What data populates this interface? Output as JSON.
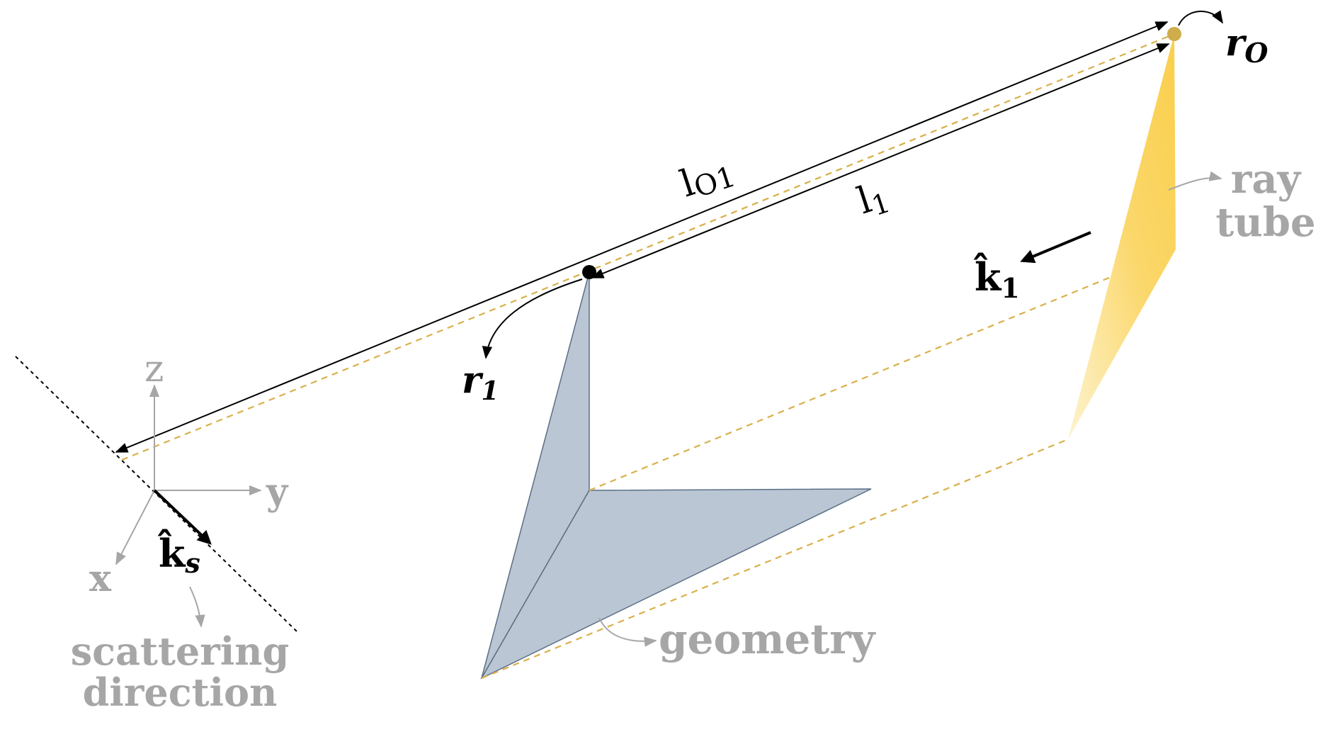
{
  "labels": {
    "r0": "r",
    "r0_sub": "O",
    "r1": "r",
    "r1_sub": "1",
    "l01": "l",
    "l01_sub": "O1",
    "l1": "l",
    "l1_sub": "1",
    "k1": "k̂",
    "k1_sub": "1",
    "ks": "k̂",
    "ks_sub": "s",
    "ray_tube_line1": "ray",
    "ray_tube_line2": "tube",
    "geometry": "geometry",
    "scattering_line1": "scattering",
    "scattering_line2": "direction",
    "axis_x": "x",
    "axis_y": "y",
    "axis_z": "z"
  },
  "colors": {
    "geometry_fill": "#bac6d3",
    "geometry_stroke": "#5b6f86",
    "ray_tube_gold": "#fbd35b",
    "dashed_gold": "#d9b04a",
    "label_gray": "#a6a6a6",
    "axis_gray": "#a6a6a6",
    "point_r0": "#cfad4b",
    "point_r1": "#000000"
  }
}
